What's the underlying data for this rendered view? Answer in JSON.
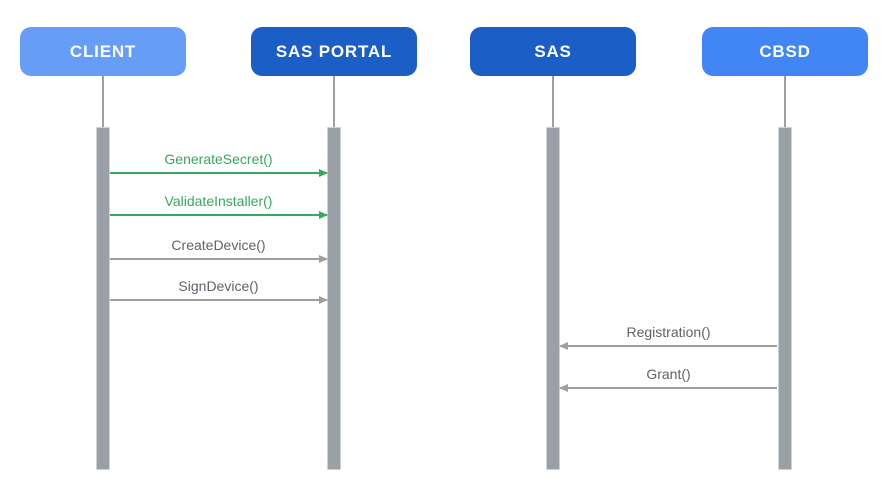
{
  "diagram": {
    "type": "sequence-diagram",
    "background": "#FFFFFF"
  },
  "actors": [
    {
      "id": "client",
      "label": "CLIENT",
      "color": "#669DF6",
      "text_color": "#FFFFFF"
    },
    {
      "id": "sas-portal",
      "label": "SAS PORTAL",
      "color": "#1B5FC6",
      "text_color": "#FFFFFF"
    },
    {
      "id": "sas",
      "label": "SAS",
      "color": "#1B5FC6",
      "text_color": "#FFFFFF"
    },
    {
      "id": "cbsd",
      "label": "CBSD",
      "color": "#4285F4",
      "text_color": "#FFFFFF"
    }
  ],
  "messages": [
    {
      "label": "GenerateSecret()",
      "from": "CLIENT",
      "to": "SAS PORTAL",
      "direction": "right",
      "text_color": "#37A85C",
      "line_color": "#37A85C"
    },
    {
      "label": "ValidateInstaller()",
      "from": "CLIENT",
      "to": "SAS PORTAL",
      "direction": "right",
      "text_color": "#37A85C",
      "line_color": "#37A85C"
    },
    {
      "label": "CreateDevice()",
      "from": "CLIENT",
      "to": "SAS PORTAL",
      "direction": "right",
      "text_color": "#5F6368",
      "line_color": "#9AA0A6"
    },
    {
      "label": "SignDevice()",
      "from": "CLIENT",
      "to": "SAS PORTAL",
      "direction": "right",
      "text_color": "#5F6368",
      "line_color": "#9AA0A6"
    },
    {
      "label": "Registration()",
      "from": "CBSD",
      "to": "SAS",
      "direction": "left",
      "text_color": "#5F6368",
      "line_color": "#9AA0A6"
    },
    {
      "label": "Grant()",
      "from": "CBSD",
      "to": "SAS",
      "direction": "left",
      "text_color": "#5F6368",
      "line_color": "#9AA0A6"
    }
  ],
  "lifelines": {
    "stem_color": "#9AA0A6",
    "activation_fill": "#9AA0A6",
    "activation_border": "#CDD1D5"
  }
}
